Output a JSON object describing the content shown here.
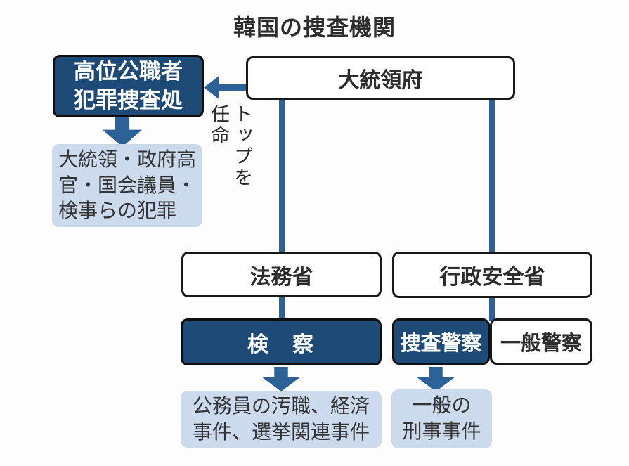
{
  "title": "韓国の捜査機関",
  "colors": {
    "navy": "#1d4a76",
    "blue": "#2d6299",
    "light_blue": "#ccdaee",
    "text_dark": "#2d2d2d",
    "border_dark": "#191919",
    "bg": "#fdfdfd"
  },
  "nodes": {
    "presidential_office": "大統領府",
    "cio": "高位公職者\n犯罪捜査処",
    "cio_scope": "大統領・政府高\n官・国会議員・\n検事らの犯罪",
    "appointment_note": "トップを\n任命",
    "justice_ministry": "法務省",
    "interior_ministry": "行政安全省",
    "prosecution": "検　察",
    "prosecution_scope": "公務員の汚職、経済\n事件、選挙関連事件",
    "investigative_police": "捜査警察",
    "general_police": "一般警察",
    "police_scope": "一般の\n刑事事件"
  }
}
